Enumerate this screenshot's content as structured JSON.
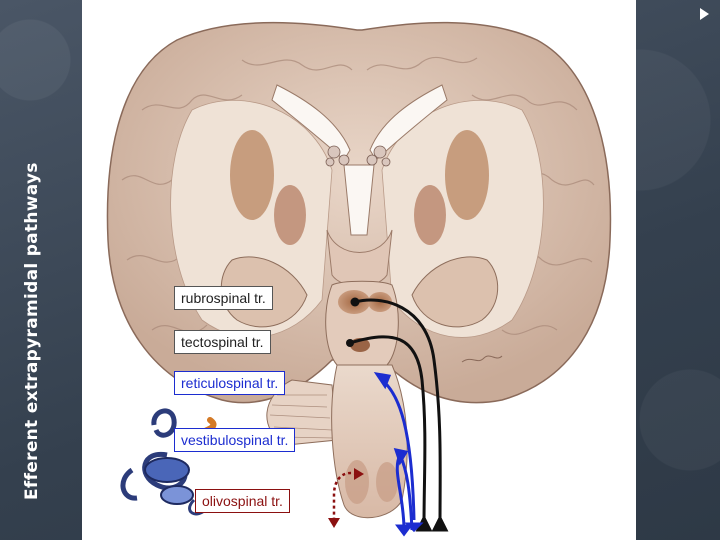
{
  "slide": {
    "title": "Efferent extrapyramidal pathways"
  },
  "labels": {
    "rubrospinal": "rubrospinal tr.",
    "tectospinal": "tectospinal tr.",
    "reticulospinal": "reticulospinal tr.",
    "vestibulospinal": "vestibulospinal tr.",
    "olivospinal": "olivospinal tr."
  },
  "colors": {
    "background": "#3d4a5a",
    "rubrospinal_tract": "#111111",
    "tectospinal_tract": "#111111",
    "reticulospinal_tract": "#1c2dd0",
    "vestibulospinal_tract": "#1c2dd0",
    "olivospinal_tract": "#8b1010"
  },
  "icons": {
    "next": "triangle-right-icon"
  }
}
